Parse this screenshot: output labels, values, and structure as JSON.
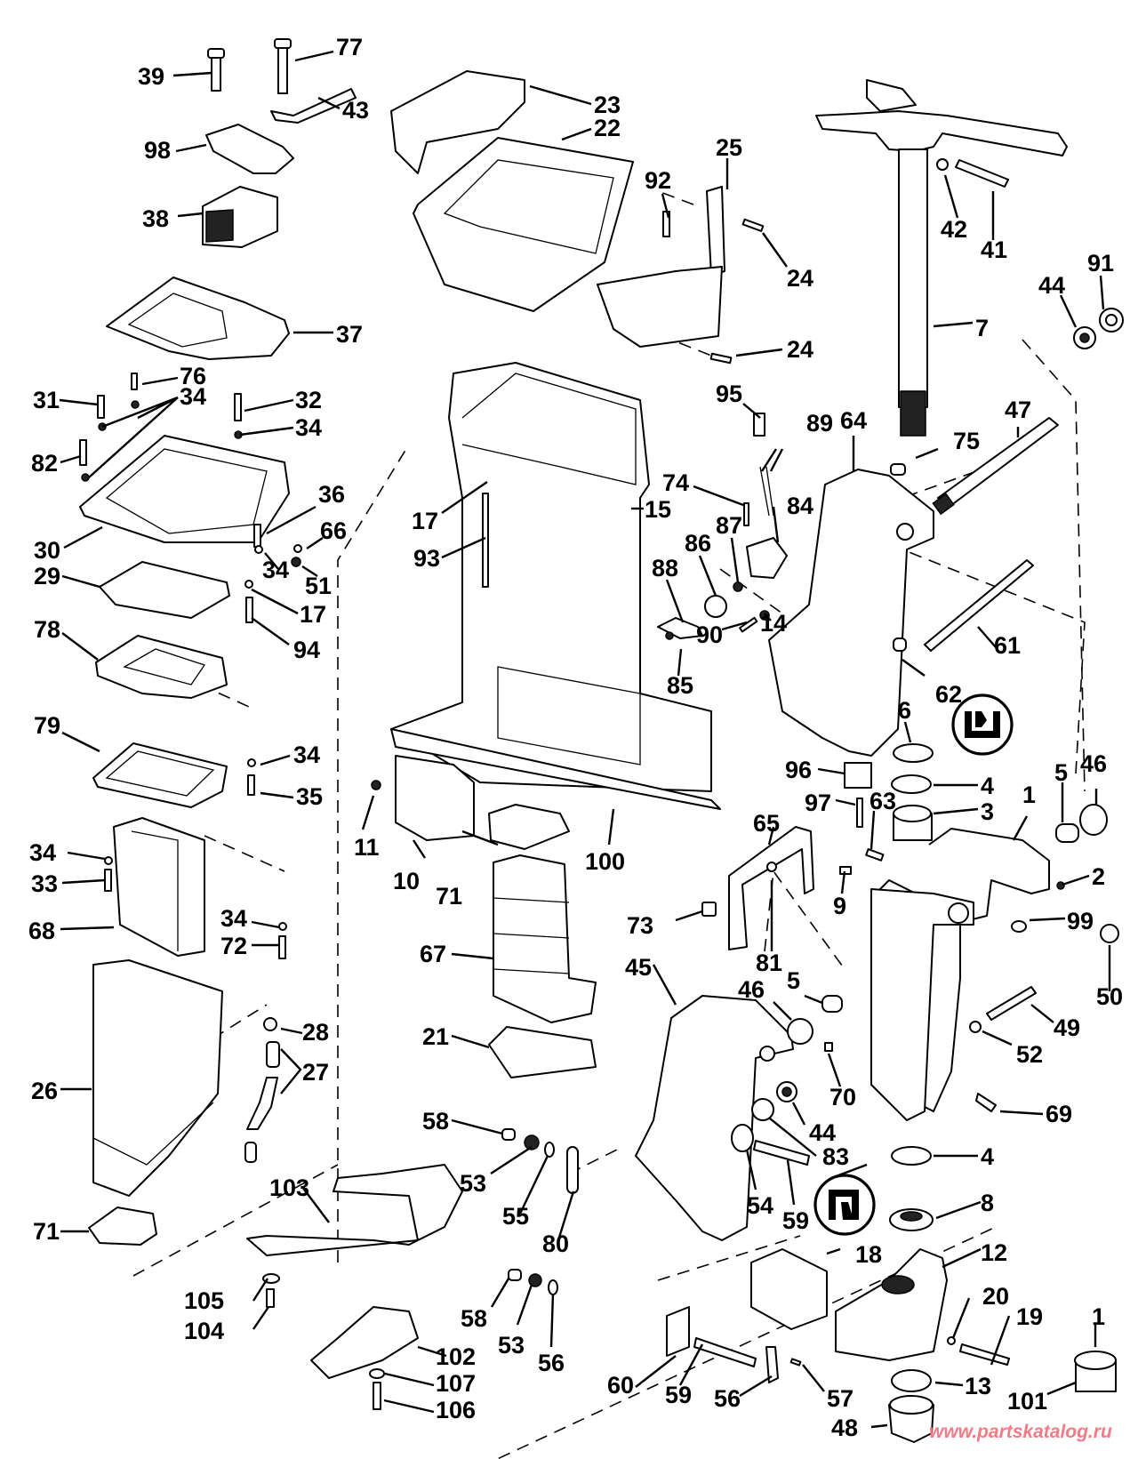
{
  "diagram": {
    "title": "Exploded parts diagram — outboard midsection, exhaust housing & swivel/stern brackets",
    "watermark": "www.partskatalog.ru",
    "watermark_color": "#f47a86",
    "line_color": "#000000",
    "background": "#ffffff",
    "symbols": [
      {
        "id": "sealant-symbol-upper",
        "meaning": "apply sealant / grease (upper bushing 4)"
      },
      {
        "id": "sealant-symbol-lower",
        "meaning": "apply sealant / grease (lower seal 4)"
      }
    ],
    "callouts": [
      {
        "n": "39",
        "part": "screw"
      },
      {
        "n": "77",
        "part": "screw"
      },
      {
        "n": "43",
        "part": "ground strap"
      },
      {
        "n": "98",
        "part": "plate"
      },
      {
        "n": "38",
        "part": "power pack / module"
      },
      {
        "n": "37",
        "part": "gasket"
      },
      {
        "n": "23",
        "part": "cover"
      },
      {
        "n": "22",
        "part": "lower motor cover"
      },
      {
        "n": "25",
        "part": "latch"
      },
      {
        "n": "92",
        "part": "screw"
      },
      {
        "n": "24",
        "part": "screw (upper)"
      },
      {
        "n": "24",
        "part": "screw (lower)"
      },
      {
        "n": "42",
        "part": "lockwasher"
      },
      {
        "n": "41",
        "part": "screw"
      },
      {
        "n": "7",
        "part": "steering arm & shaft"
      },
      {
        "n": "44",
        "part": "nut (upper)"
      },
      {
        "n": "91",
        "part": "nut"
      },
      {
        "n": "76",
        "part": "screw"
      },
      {
        "n": "31",
        "part": "screw"
      },
      {
        "n": "34",
        "part": "washer (group upper-left)"
      },
      {
        "n": "32",
        "part": "screw"
      },
      {
        "n": "34",
        "part": "washer (right of 32)"
      },
      {
        "n": "82",
        "part": "screw"
      },
      {
        "n": "36",
        "part": "screw"
      },
      {
        "n": "66",
        "part": "washer"
      },
      {
        "n": "30",
        "part": "adapter"
      },
      {
        "n": "34",
        "part": "washer (under 36)"
      },
      {
        "n": "51",
        "part": "nut"
      },
      {
        "n": "29",
        "part": "gasket"
      },
      {
        "n": "17",
        "part": "washer (left)"
      },
      {
        "n": "94",
        "part": "screw"
      },
      {
        "n": "78",
        "part": "plate"
      },
      {
        "n": "79",
        "part": "gasket"
      },
      {
        "n": "34",
        "part": "washer (above 35)"
      },
      {
        "n": "35",
        "part": "screw"
      },
      {
        "n": "34",
        "part": "washer (left of 33)"
      },
      {
        "n": "33",
        "part": "screw"
      },
      {
        "n": "68",
        "part": "inner exhaust housing"
      },
      {
        "n": "34",
        "part": "washer (above 72)"
      },
      {
        "n": "72",
        "part": "screw"
      },
      {
        "n": "28",
        "part": "grommet"
      },
      {
        "n": "27",
        "part": "tube"
      },
      {
        "n": "26",
        "part": "exhaust housing"
      },
      {
        "n": "71",
        "part": "seal (lower-left)"
      },
      {
        "n": "95",
        "part": "fitting"
      },
      {
        "n": "89",
        "part": "wires"
      },
      {
        "n": "64",
        "part": "swivel bracket half"
      },
      {
        "n": "74",
        "part": "pin"
      },
      {
        "n": "15",
        "part": "exhaust housing (main)"
      },
      {
        "n": "17",
        "part": "washer (center)"
      },
      {
        "n": "84",
        "part": "trim tab sender"
      },
      {
        "n": "87",
        "part": "nut"
      },
      {
        "n": "93",
        "part": "stud"
      },
      {
        "n": "86",
        "part": "spring"
      },
      {
        "n": "88",
        "part": "lever"
      },
      {
        "n": "90",
        "part": "screw"
      },
      {
        "n": "14",
        "part": "washer"
      },
      {
        "n": "85",
        "part": "nut"
      },
      {
        "n": "75",
        "part": "bushing"
      },
      {
        "n": "47",
        "part": "tilt tube"
      },
      {
        "n": "61",
        "part": "rod"
      },
      {
        "n": "62",
        "part": "spring"
      },
      {
        "n": "6",
        "part": "washer"
      },
      {
        "n": "96",
        "part": "block"
      },
      {
        "n": "4",
        "part": "bushing (upper)"
      },
      {
        "n": "3",
        "part": "bushing"
      },
      {
        "n": "5",
        "part": "bushing (upper-right)"
      },
      {
        "n": "46",
        "part": "washer (right)"
      },
      {
        "n": "97",
        "part": "screw"
      },
      {
        "n": "63",
        "part": "spring"
      },
      {
        "n": "1",
        "part": "swivel bracket"
      },
      {
        "n": "2",
        "part": "fitting"
      },
      {
        "n": "11",
        "part": "screw"
      },
      {
        "n": "10",
        "part": "cover plate"
      },
      {
        "n": "100",
        "part": "seal strip"
      },
      {
        "n": "65",
        "part": "tilt lock lever"
      },
      {
        "n": "9",
        "part": "screw"
      },
      {
        "n": "71",
        "part": "seal (center)"
      },
      {
        "n": "73",
        "part": "knob"
      },
      {
        "n": "99",
        "part": "pin"
      },
      {
        "n": "81",
        "part": "washer"
      },
      {
        "n": "50",
        "part": "bushing"
      },
      {
        "n": "67",
        "part": "exhaust seal"
      },
      {
        "n": "45",
        "part": "stern bracket"
      },
      {
        "n": "46",
        "part": "washer (center)"
      },
      {
        "n": "5",
        "part": "bushing (center)"
      },
      {
        "n": "49",
        "part": "pin"
      },
      {
        "n": "21",
        "part": "seal"
      },
      {
        "n": "52",
        "part": "clip"
      },
      {
        "n": "70",
        "part": "grease fitting"
      },
      {
        "n": "69",
        "part": "screw"
      },
      {
        "n": "58",
        "part": "spacer (upper)"
      },
      {
        "n": "44",
        "part": "nut (lower)"
      },
      {
        "n": "83",
        "part": "cap"
      },
      {
        "n": "53",
        "part": "nut (upper)"
      },
      {
        "n": "55",
        "part": "washer"
      },
      {
        "n": "80",
        "part": "link"
      },
      {
        "n": "54",
        "part": "washer"
      },
      {
        "n": "59",
        "part": "screw (upper)"
      },
      {
        "n": "4",
        "part": "seal (lower)"
      },
      {
        "n": "8",
        "part": "bearing"
      },
      {
        "n": "103",
        "part": "plate"
      },
      {
        "n": "18",
        "part": "mount"
      },
      {
        "n": "12",
        "part": "yoke"
      },
      {
        "n": "105",
        "part": "washer"
      },
      {
        "n": "104",
        "part": "screw"
      },
      {
        "n": "58",
        "part": "spacer (lower)"
      },
      {
        "n": "53",
        "part": "nut (lower)"
      },
      {
        "n": "56",
        "part": "washer (lower-center)"
      },
      {
        "n": "20",
        "part": "lockwasher"
      },
      {
        "n": "19",
        "part": "screw"
      },
      {
        "n": "102",
        "part": "bracket"
      },
      {
        "n": "107",
        "part": "washer"
      },
      {
        "n": "106",
        "part": "screw"
      },
      {
        "n": "60",
        "part": "plate"
      },
      {
        "n": "59",
        "part": "screw (lower)"
      },
      {
        "n": "56",
        "part": "clip (lower)"
      },
      {
        "n": "57",
        "part": "screw"
      },
      {
        "n": "13",
        "part": "nut"
      },
      {
        "n": "101",
        "part": "bushing"
      },
      {
        "n": "48",
        "part": "mount"
      }
    ]
  }
}
